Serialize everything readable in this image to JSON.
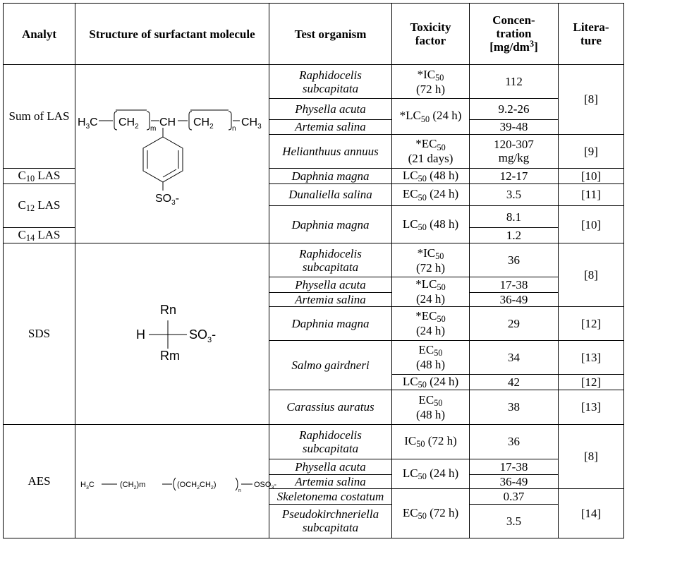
{
  "headers": {
    "analyt": "Analyt",
    "structure": "Structure of surfactant molecule",
    "organism": "Test organism",
    "toxicity_1": "Toxicity",
    "toxicity_2": "factor",
    "conc_1": "Concen-",
    "conc_2": "tration",
    "conc_3a": "[mg/dm",
    "conc_3sup": "3",
    "conc_3b": "]",
    "lit_1": "Litera-",
    "lit_2": "ture"
  },
  "analytes": {
    "sum_las": "Sum of LAS",
    "c10": {
      "c": "C",
      "sub": "10",
      "suffix": " LAS"
    },
    "c12": {
      "c": "C",
      "sub": "12",
      "suffix": " LAS"
    },
    "c14": {
      "c": "C",
      "sub": "14",
      "suffix": " LAS"
    },
    "sds": "SDS",
    "aes": "AES"
  },
  "structures": {
    "las": {
      "h3c": "H",
      "s3": "3",
      "c1": "C",
      "ch2a": "CH",
      "s2a": "2",
      "m": "m",
      "ch": "CH",
      "ch2b": "CH",
      "s2b": "2",
      "n": "n",
      "ch3": "CH",
      "s3b": "3",
      "so3": "SO",
      "so3sub": "3",
      "so3tail": "-"
    },
    "sds": {
      "rn": "Rn",
      "h": "H",
      "so3": "SO",
      "so3sub": "3",
      "so3tail": "-",
      "rm": "Rm"
    },
    "aes": {
      "h3c": "H",
      "s3": "3",
      "c1": "C",
      "ch2m_a": "(CH",
      "s2a": "2",
      "ch2m_b": ")m",
      "och2": "(OCH",
      "s2b": "2",
      "ch2": "CH",
      "s2c": "2",
      "close": ")",
      "n": "n",
      "oso3": "OSO",
      "s3b": "3",
      "tail": "-"
    }
  },
  "rows": {
    "r1": {
      "org1": "Raphidocelis",
      "org2": "subcapitata",
      "tox_pre": "*IC",
      "tox_sub": "50",
      "tox_2": "(72 h)",
      "conc": "112",
      "lit": "[8]"
    },
    "r2": {
      "org": "Physella acuta",
      "tox_pre": "*LC",
      "tox_sub": "50",
      "tox_post": " (24 h)",
      "conc": "9.2-26"
    },
    "r3": {
      "org": "Artemia salina",
      "conc": "39-48"
    },
    "r4": {
      "org": "Helianthuus annuus",
      "tox_pre": "*EC",
      "tox_sub": "50",
      "tox_2": "(21 days)",
      "conc1": "120-307",
      "conc2": "mg/kg",
      "lit": "[9]"
    },
    "r5": {
      "org": "Daphnia magna",
      "tox_pre": "LC",
      "tox_sub": "50",
      "tox_post": " (48 h)",
      "conc": "12-17",
      "lit": "[10]"
    },
    "r6": {
      "org": "Dunaliella salina",
      "tox_pre": "EC",
      "tox_sub": "50",
      "tox_post": " (24 h)",
      "conc": "3.5",
      "lit": "[11]"
    },
    "r7": {
      "org": "Daphnia magna",
      "tox_pre": "LC",
      "tox_sub": "50",
      "tox_post": " (48 h)",
      "conc_a": "8.1",
      "conc_b": "1.2",
      "lit": "[10]"
    },
    "s1": {
      "org1": "Raphidocelis",
      "org2": "subcapitata",
      "tox_pre": "*IC",
      "tox_sub": "50",
      "tox_2": "(72 h)",
      "conc": "36",
      "lit": "[8]"
    },
    "s2": {
      "org": "Physella acuta",
      "tox_pre": "*LC",
      "tox_sub": "50",
      "conc": "17-38"
    },
    "s3": {
      "org": "Artemia salina",
      "tox_2": "(24 h)",
      "conc": "36-49"
    },
    "s4": {
      "org": "Daphnia magna",
      "tox_pre": "*EC",
      "tox_sub": "50",
      "tox_2": "(24 h)",
      "conc": "29",
      "lit": "[12]"
    },
    "s5": {
      "org": "Salmo gairdneri",
      "tox_pre": "EC",
      "tox_sub": "50",
      "tox_2": "(48 h)",
      "conc": "34",
      "lit": "[13]"
    },
    "s6": {
      "tox_pre": "LC",
      "tox_sub": "50",
      "tox_post": " (24 h)",
      "conc": "42",
      "lit": "[12]"
    },
    "s7": {
      "org": "Carassius auratus",
      "tox_pre": "EC",
      "tox_sub": "50",
      "tox_2": "(48 h)",
      "conc": "38",
      "lit": "[13]"
    },
    "a1": {
      "org1": "Raphidocelis",
      "org2": "subcapitata",
      "tox_pre": "IC",
      "tox_sub": "50",
      "tox_post": " (72 h)",
      "conc": "36",
      "lit": "[8]"
    },
    "a2": {
      "org": "Physella acuta",
      "tox_pre": "LC",
      "tox_sub": "50",
      "tox_post": " (24 h)",
      "conc": "17-38"
    },
    "a3": {
      "org": "Artemia salina",
      "conc": "36-49"
    },
    "a4": {
      "org": "Skeletonema costatum",
      "tox_pre": "EC",
      "tox_sub": "50",
      "tox_post": " (72 h)",
      "conc": "0.37",
      "lit": "[14]"
    },
    "a5": {
      "org1": "Pseudokirchneriella",
      "org2": "subcapitata",
      "conc": "3.5"
    }
  }
}
